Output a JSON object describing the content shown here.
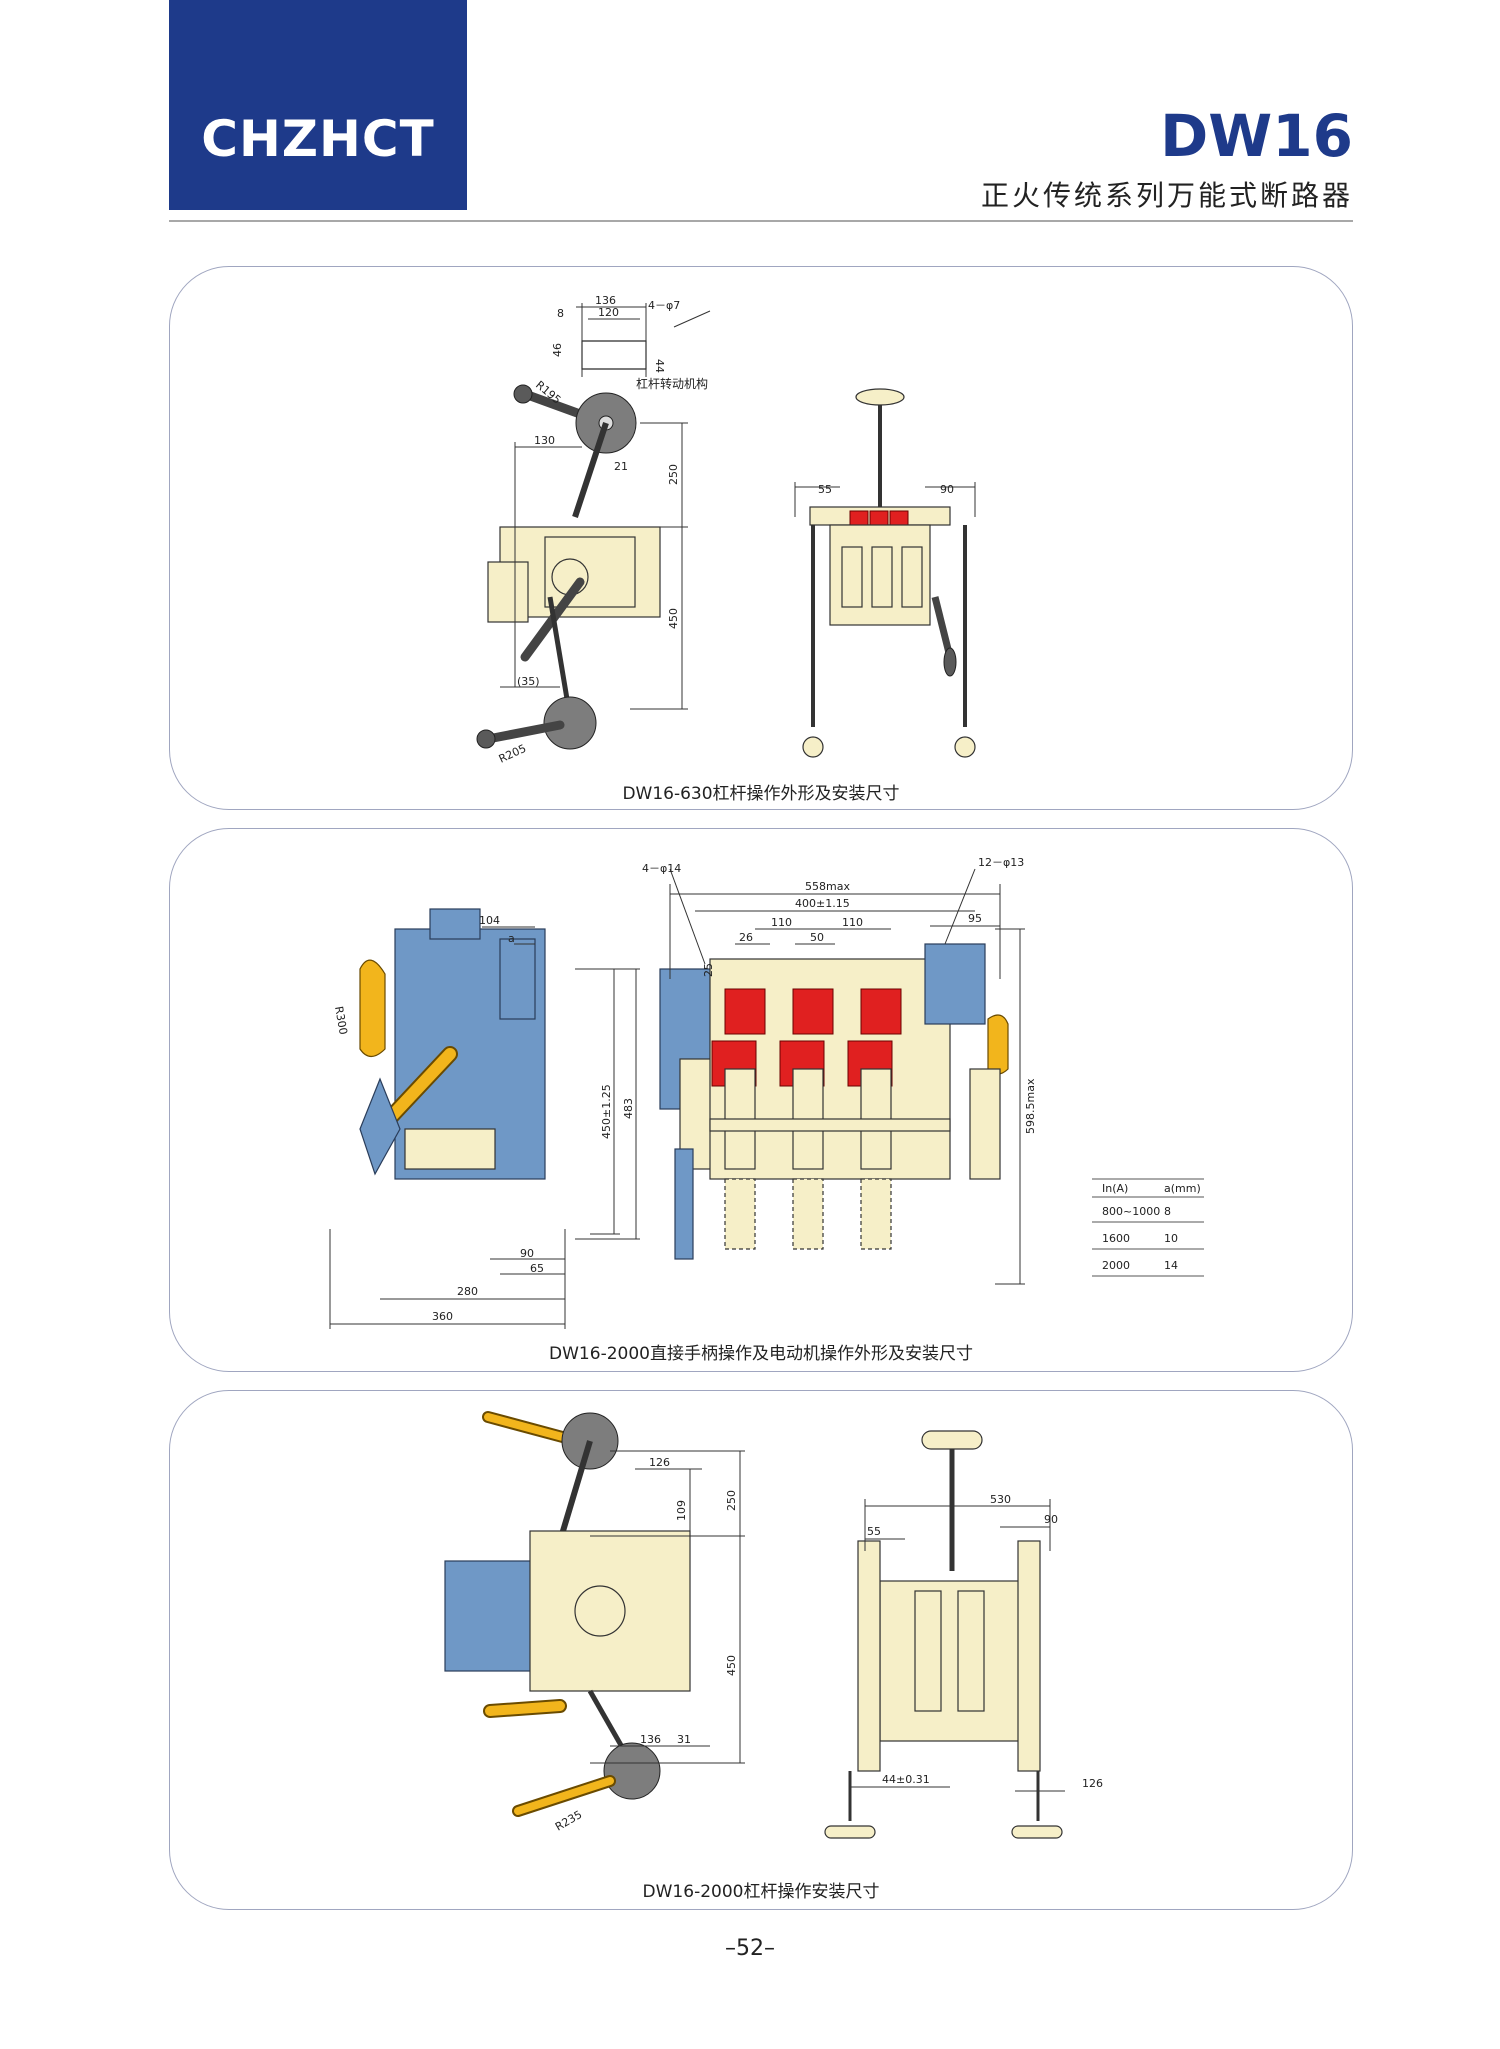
{
  "header": {
    "logo": "CHZHCT",
    "model": "DW16",
    "subtitle": "正火传统系列万能式断路器"
  },
  "panels": [
    {
      "caption": "DW16-630杠杆操作外形及安装尺寸",
      "side_view_dims": [
        "136",
        "120",
        "8",
        "4－φ7",
        "46",
        "44",
        "R195",
        "杠杆转动机构",
        "130",
        "21",
        "250",
        "450",
        "(35)",
        "R205"
      ],
      "front_view_dims": [
        "55",
        "90"
      ]
    },
    {
      "caption": "DW16-2000直接手柄操作及电动机操作外形及安装尺寸",
      "side_view_dims": [
        "104",
        "a",
        "R300",
        "450±1.25",
        "483",
        "90",
        "65",
        "280",
        "360"
      ],
      "front_view_dims": [
        "4－φ14",
        "12－φ13",
        "558max",
        "400±1.15",
        "95",
        "110",
        "110",
        "26",
        "50",
        "25",
        "598.5max"
      ],
      "table": {
        "headers": [
          "In(A)",
          "a(mm)"
        ],
        "rows": [
          [
            "800~1000",
            "8"
          ],
          [
            "1600",
            "10"
          ],
          [
            "2000",
            "14"
          ]
        ]
      }
    },
    {
      "caption": "DW16-2000杠杆操作安装尺寸",
      "side_view_dims": [
        "126",
        "250",
        "109",
        "450",
        "136",
        "31",
        "R235"
      ],
      "front_view_dims": [
        "530",
        "55",
        "90",
        "44±0.31",
        "126"
      ]
    }
  ],
  "page_number": "–52–"
}
